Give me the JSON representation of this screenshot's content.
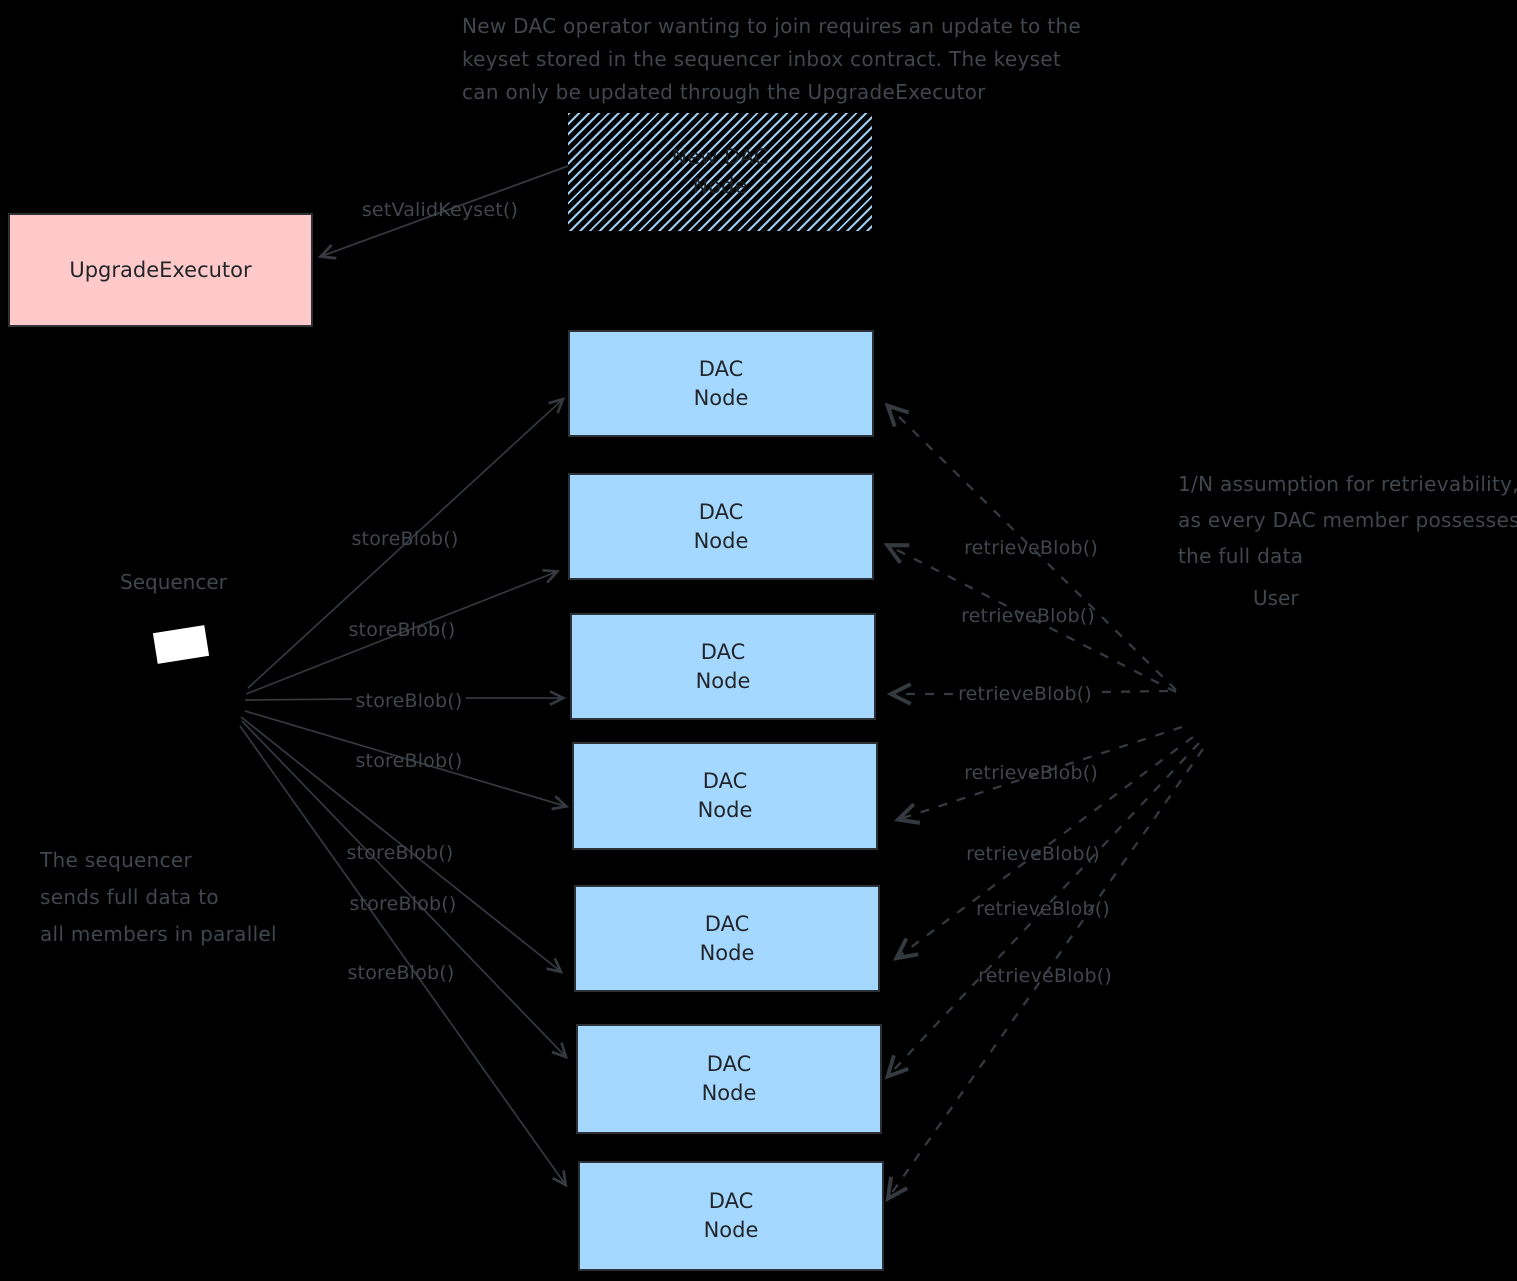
{
  "annotations": {
    "top_note": {
      "lines": [
        "New DAC operator wanting to join requires an update to the",
        "keyset stored in the sequencer inbox contract. The keyset",
        "can only be updated through the UpgradeExecutor"
      ]
    },
    "retrievability_note": {
      "lines": [
        "1/N assumption for retrievability,",
        "as every DAC member possesses",
        "the full data"
      ]
    },
    "sequencer_note": {
      "lines": [
        "The sequencer",
        "sends full data to",
        "all members in parallel"
      ]
    }
  },
  "actors": {
    "sequencer_label": "Sequencer",
    "user_label": "User"
  },
  "boxes": {
    "upgrade_executor": {
      "label": "UpgradeExecutor",
      "fill": "#ffc9c9"
    },
    "new_dac_node": {
      "line1": "New DAC",
      "line2": "Node",
      "hatch_color": "#a5d8ff"
    },
    "dac_fill": "#a5d8ff",
    "dac_nodes": [
      {
        "line1": "DAC",
        "line2": "Node"
      },
      {
        "line1": "DAC",
        "line2": "Node"
      },
      {
        "line1": "DAC",
        "line2": "Node"
      },
      {
        "line1": "DAC",
        "line2": "Node"
      },
      {
        "line1": "DAC",
        "line2": "Node"
      },
      {
        "line1": "DAC",
        "line2": "Node"
      },
      {
        "line1": "DAC",
        "line2": "Node"
      }
    ]
  },
  "edges": {
    "set_valid_keyset": {
      "label": "setValidKeyset()"
    },
    "store": [
      {
        "label": "storeBlob()"
      },
      {
        "label": "storeBlob()"
      },
      {
        "label": "storeBlob()"
      },
      {
        "label": "storeBlob()"
      },
      {
        "label": "storeBlob()"
      },
      {
        "label": "storeBlob()"
      },
      {
        "label": "storeBlob()"
      }
    ],
    "retrieve": [
      {
        "label": "retrieveBlob()"
      },
      {
        "label": "retrieveBlob()"
      },
      {
        "label": "retrieveBlob()"
      },
      {
        "label": "retrieveBlob()"
      },
      {
        "label": "retrieveBlob()"
      },
      {
        "label": "retrieveBlob()"
      },
      {
        "label": "retrieveBlob()"
      }
    ]
  },
  "colors": {
    "background": "#000000",
    "stroke": "#343a40",
    "dac_fill": "#a5d8ff",
    "upgrade_fill": "#ffc9c9"
  }
}
